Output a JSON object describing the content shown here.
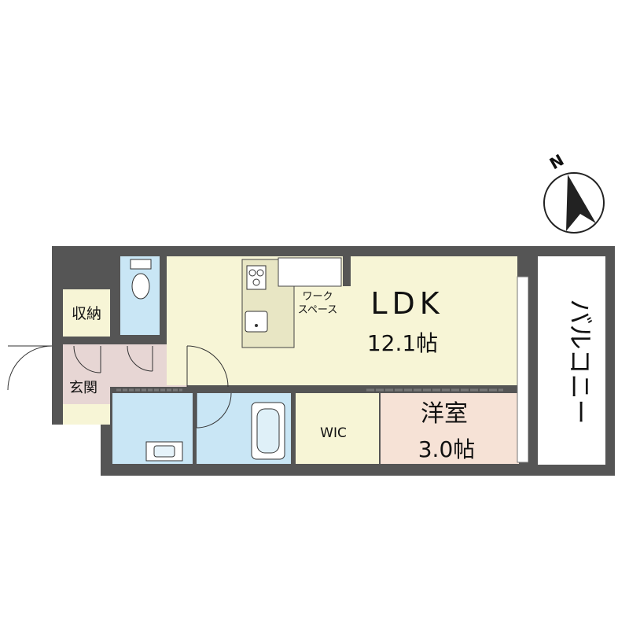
{
  "compass": {
    "north_label": "N",
    "icon": "north-arrow-icon"
  },
  "rooms": {
    "ldk": {
      "name": "LDK",
      "size": "12.1帖"
    },
    "western": {
      "name": "洋室",
      "size": "3.0帖"
    },
    "wic": {
      "name": "WIC"
    },
    "storage": {
      "name": "収納"
    },
    "entrance": {
      "name": "玄関"
    },
    "work_space": {
      "line1": "ワーク",
      "line2": "スペース"
    },
    "balcony": {
      "name": "バルコニー"
    }
  },
  "fixtures": [
    "toilet-icon",
    "stove-icon",
    "kitchen-sink-icon",
    "bathtub-icon",
    "washbasin-icon"
  ],
  "colors": {
    "wall": "#555555",
    "ldk": "#f7f5d6",
    "western": "#f6e2d6",
    "wic": "#f7f5d6",
    "wet_area": "#c9e6f5",
    "hall": "#e7d6d4",
    "balcony": "#ffffff"
  }
}
